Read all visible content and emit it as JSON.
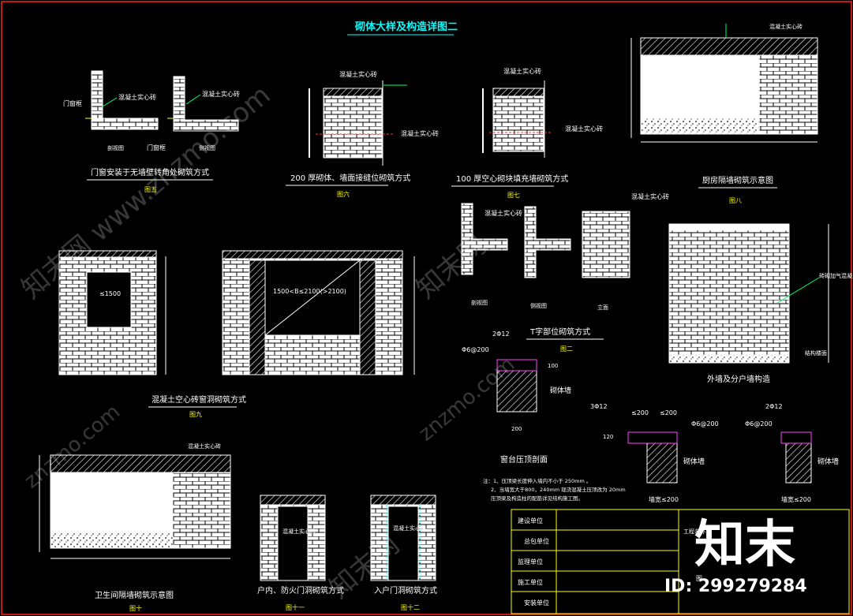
{
  "title": "砌体大样及构造详图二",
  "labels": {
    "block": "混凝土实心砖",
    "door_frame": "门窗框",
    "door_frame2": "门窗框",
    "plan_view": "剖视图",
    "side_view": "侧视图",
    "front_view": "立面",
    "plan_view2": "剖视图",
    "side_view2": "侧视图",
    "masonry_wall": "砌体墙",
    "masonry_wall2": "砌体墙",
    "masonry_wall3": "砌体墙",
    "le1500": "≤1500",
    "range1500": "1500<B≤2100(>2100)",
    "rebar_top": "2Φ12",
    "rebar_left": "3Φ12",
    "rebar_right": "2Φ12",
    "stirrup1": "Φ6@200",
    "stirrup2": "Φ6@200",
    "stirrup3": "Φ6@200",
    "le200a": "≤200",
    "le200b": "≤200",
    "wall_le200a": "墙宽≤200",
    "wall_le200b": "墙宽≤200",
    "dim200": "200",
    "dim100": "100",
    "dim120": "120",
    "foundation": "结构楼面",
    "aerated": "砖砌加气混凝土"
  },
  "captions": {
    "c1": "门窗安装于无墙壁转角处砌筑方式",
    "c2": "200 厚砌体、墙面接缝位砌筑方式",
    "c3": "100 厚空心砌块填充墙砌筑方式",
    "c4": "厨房隔墙砌筑示意图",
    "c5": "T字部位砌筑方式",
    "c6": "混凝土空心砖窗洞砌筑方式",
    "c7": "外墙及分户墙构造",
    "c8": "窗台压顶剖面",
    "c9": "卫生间隔墙砌筑示意图",
    "c10": "户内、防火门洞砌筑方式",
    "c11": "入户门洞砌筑方式"
  },
  "figs": {
    "f5": "图五",
    "f6": "图六",
    "f7": "图七",
    "f8": "图八",
    "f9": "图九",
    "f2": "图二",
    "f10": "图十",
    "f11": "图十一",
    "f12": "图十二"
  },
  "notes": {
    "n1": "注：1、压顶梁长度伸入墙内不小于 250mm 。",
    "n2": "2、当墙宽大于800，240mm 现浇混凝土压顶改为 20mm",
    "n3": "压顶梁及构造柱的配筋详见结构施工图。"
  },
  "title_block": {
    "rows": [
      "建设单位",
      "总包单位",
      "监理单位",
      "施工单位",
      "安装单位"
    ],
    "project_label": "工程名称",
    "blank": "图",
    "brand": "知末",
    "id_label": "ID: 299279284"
  },
  "watermarks": [
    "知末网 www.znzmo.com",
    "znzmo.com",
    "知末网"
  ]
}
